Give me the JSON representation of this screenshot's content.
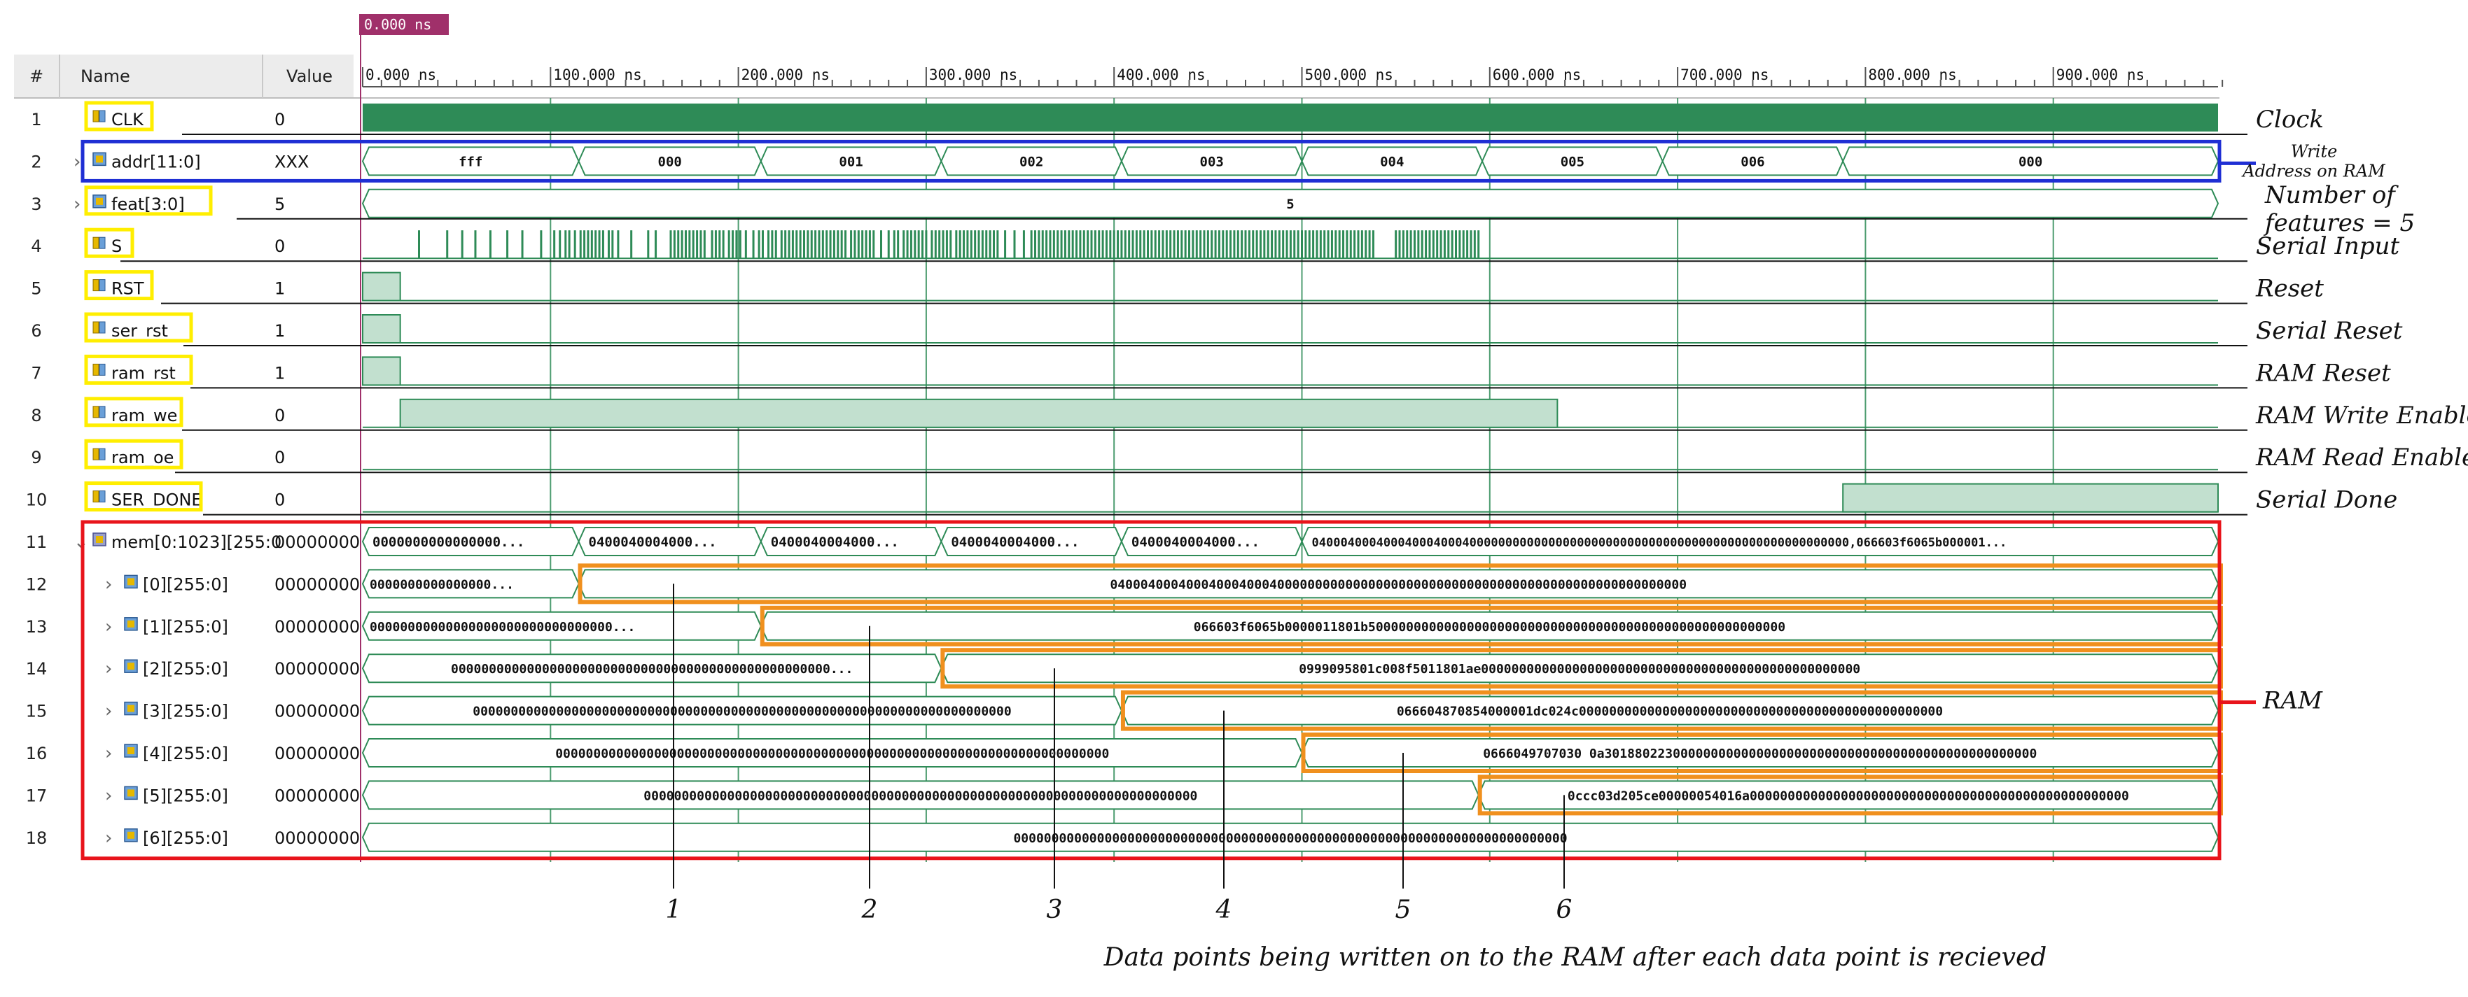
{
  "cursor_time": "0.000 ns",
  "columns": {
    "num": "#",
    "name": "Name",
    "value": "Value"
  },
  "ticks": [
    "0.000 ns",
    "100.000 ns",
    "200.000 ns",
    "300.000 ns",
    "400.000 ns",
    "500.000 ns",
    "600.000 ns",
    "700.000 ns",
    "800.000 ns",
    "900.000 ns"
  ],
  "signals": [
    {
      "num": "1",
      "name": "CLK",
      "value": "0",
      "icon": "wire-icon",
      "box": true,
      "annot": "Clock"
    },
    {
      "num": "2",
      "name": "addr[11:0]",
      "value": "XXX",
      "icon": "bus-icon",
      "expand": true,
      "annot": "Write\nAddress on RAM"
    },
    {
      "num": "3",
      "name": "feat[3:0]",
      "value": "5",
      "icon": "bus-icon",
      "expand": true,
      "box": true,
      "annot": "Number of\nfeatures = 5"
    },
    {
      "num": "4",
      "name": "S",
      "value": "0",
      "icon": "wire-icon",
      "box": true,
      "annot": "Serial Input"
    },
    {
      "num": "5",
      "name": "RST",
      "value": "1",
      "icon": "wire-icon",
      "box": true,
      "annot": "Reset"
    },
    {
      "num": "6",
      "name": "ser_rst",
      "value": "1",
      "icon": "wire-icon",
      "box": true,
      "annot": "Serial Reset"
    },
    {
      "num": "7",
      "name": "ram_rst",
      "value": "1",
      "icon": "wire-icon",
      "box": true,
      "annot": "RAM Reset"
    },
    {
      "num": "8",
      "name": "ram_we",
      "value": "0",
      "icon": "wire-icon",
      "box": true,
      "annot": "RAM Write Enable"
    },
    {
      "num": "9",
      "name": "ram_oe",
      "value": "0",
      "icon": "wire-icon",
      "box": true,
      "annot": "RAM Read Enable"
    },
    {
      "num": "10",
      "name": "SER_DONE",
      "value": "0",
      "icon": "wire-icon",
      "box": true,
      "annot": "Serial Done"
    },
    {
      "num": "11",
      "name": "mem[0:1023][255:0",
      "value": "00000000",
      "icon": "mem-icon",
      "expand": true,
      "annot": ""
    },
    {
      "num": "12",
      "name": "[0][255:0]",
      "value": "00000000",
      "icon": "bus-icon",
      "expand": true,
      "indent": true,
      "annot": ""
    },
    {
      "num": "13",
      "name": "[1][255:0]",
      "value": "00000000",
      "icon": "bus-icon",
      "expand": true,
      "indent": true,
      "annot": ""
    },
    {
      "num": "14",
      "name": "[2][255:0]",
      "value": "00000000",
      "icon": "bus-icon",
      "expand": true,
      "indent": true,
      "annot": ""
    },
    {
      "num": "15",
      "name": "[3][255:0]",
      "value": "00000000",
      "icon": "bus-icon",
      "expand": true,
      "indent": true,
      "annot": ""
    },
    {
      "num": "16",
      "name": "[4][255:0]",
      "value": "00000000",
      "icon": "bus-icon",
      "expand": true,
      "indent": true,
      "annot": ""
    },
    {
      "num": "17",
      "name": "[5][255:0]",
      "value": "00000000",
      "icon": "bus-icon",
      "expand": true,
      "indent": true,
      "annot": ""
    },
    {
      "num": "18",
      "name": "[6][255:0]",
      "value": "00000000",
      "icon": "bus-icon",
      "expand": true,
      "indent": true,
      "annot": ""
    }
  ],
  "addr_segments": [
    {
      "t0": 0,
      "t1": 115,
      "label": "fff"
    },
    {
      "t0": 115,
      "t1": 212,
      "label": "000"
    },
    {
      "t0": 212,
      "t1": 308,
      "label": "001"
    },
    {
      "t0": 308,
      "t1": 404,
      "label": "002"
    },
    {
      "t0": 404,
      "t1": 500,
      "label": "003"
    },
    {
      "t0": 500,
      "t1": 596,
      "label": "004"
    },
    {
      "t0": 596,
      "t1": 692,
      "label": "005"
    },
    {
      "t0": 692,
      "t1": 788,
      "label": "006"
    },
    {
      "t0": 788,
      "t1": 990,
      "label": "000"
    }
  ],
  "feat_value": "5",
  "serial_edges": [
    30,
    45,
    53,
    60,
    68,
    77,
    85,
    95,
    102,
    105,
    108,
    110,
    113,
    116,
    118,
    120,
    122,
    124,
    126,
    128,
    131,
    133,
    136,
    143,
    152,
    156,
    164,
    166,
    168,
    170,
    172,
    174,
    176,
    178,
    180,
    182,
    186,
    188,
    190,
    192,
    195,
    197,
    199,
    201,
    204,
    208,
    211,
    213,
    216,
    218,
    220,
    223,
    225,
    227,
    229,
    231,
    233,
    235,
    237,
    239,
    241,
    243,
    245,
    247,
    249,
    251,
    253,
    255,
    257,
    260,
    262,
    264,
    266,
    268,
    270,
    272,
    276,
    280,
    283,
    285,
    288,
    290,
    292,
    294,
    296,
    298,
    300,
    303,
    305,
    307,
    309,
    311,
    313,
    316,
    318,
    320,
    322,
    324,
    326,
    328,
    330,
    332,
    334,
    336,
    338,
    342,
    347,
    352,
    356,
    358,
    360,
    362,
    364,
    366,
    368,
    370,
    372,
    374,
    376,
    378,
    380,
    382,
    384,
    386,
    388,
    390,
    392,
    394,
    396,
    398,
    400,
    402,
    404,
    406,
    408,
    410,
    412,
    414,
    416,
    418,
    420,
    422,
    424,
    426,
    428,
    430,
    432,
    434,
    436,
    438,
    440,
    442,
    444,
    446,
    448,
    450,
    452,
    454,
    456,
    458,
    460,
    462,
    464,
    466,
    468,
    470,
    472,
    474,
    476,
    478,
    480,
    482,
    484,
    486,
    488,
    490,
    492,
    494,
    496,
    498,
    500,
    502,
    504,
    506,
    508,
    510,
    512,
    514,
    516,
    518,
    520,
    522,
    524,
    526,
    528,
    530,
    532,
    534,
    536,
    538,
    550,
    552,
    554,
    556,
    558,
    560,
    562,
    564,
    566,
    568,
    570,
    572,
    574,
    576,
    578,
    580,
    582,
    584,
    586,
    588,
    590,
    592,
    594
  ],
  "rst_pulse_end": 20,
  "ram_we": {
    "t0": 20,
    "t1": 636
  },
  "ser_done_start": 788,
  "mem_segments": [
    {
      "t0": 0,
      "t1": 115,
      "label": "0000000000000000..."
    },
    {
      "t0": 115,
      "t1": 212,
      "label": "0400040004000..."
    },
    {
      "t0": 212,
      "t1": 308,
      "label": "0400040004000..."
    },
    {
      "t0": 308,
      "t1": 404,
      "label": "0400040004000..."
    },
    {
      "t0": 404,
      "t1": 500,
      "label": "0400040004000..."
    },
    {
      "t0": 500,
      "t1": 990,
      "label": "040004000400040004000400000000000000000000000000000000000000000000000000000,066603f6065b000001..."
    }
  ],
  "mem_rows": [
    {
      "pre": "0000000000000000...",
      "t_change": 115,
      "post": "0400040004000400040004000000000000000000000000000000000000000000000000000000"
    },
    {
      "pre": "00000000000000000000000000000000...",
      "t_change": 212,
      "post": "066603f6065b0000011801b5000000000000000000000000000000000000000000000000000000"
    },
    {
      "pre": "00000000000000000000000000000000000000000000000000...",
      "t_change": 308,
      "post": "0999095801c008f5011801ae00000000000000000000000000000000000000000000000000"
    },
    {
      "pre": "00000000000000000000000000000000000000000000000000000000000000000000000",
      "t_change": 404,
      "post": "066604870854000001dc024c000000000000000000000000000000000000000000000000"
    },
    {
      "pre": "0000000000000000000000000000000000000000000000000000000000000000000000000",
      "t_change": 500,
      "post": "0666049707030 0a301880223000000000000000000000000000000000000000000000000"
    },
    {
      "pre": "0000000000000000000000000000000000000000000000000000000000000000000000000",
      "t_change": 594,
      "post": "0ccc03d205ce00000054016a00000000000000000000000000000000000000000000000000"
    },
    {
      "pre": "0000000000000000000000000000000000000000000000000000000000000000000000000",
      "t_change": null,
      "post": ""
    }
  ],
  "ram_label": "RAM",
  "callout_numbers": [
    "1",
    "2",
    "3",
    "4",
    "5",
    "6"
  ],
  "caption": "Data points being written on to the RAM after each data point is recieved",
  "colors": {
    "wave": "#2e8b57",
    "wave_fill": "#c2e0cf",
    "grid": "#2e8b57",
    "cursor": "#a0306a",
    "yellow": "#ffee00",
    "blue": "#1f2fd4",
    "red": "#e8141b",
    "orange": "#f0901e"
  }
}
